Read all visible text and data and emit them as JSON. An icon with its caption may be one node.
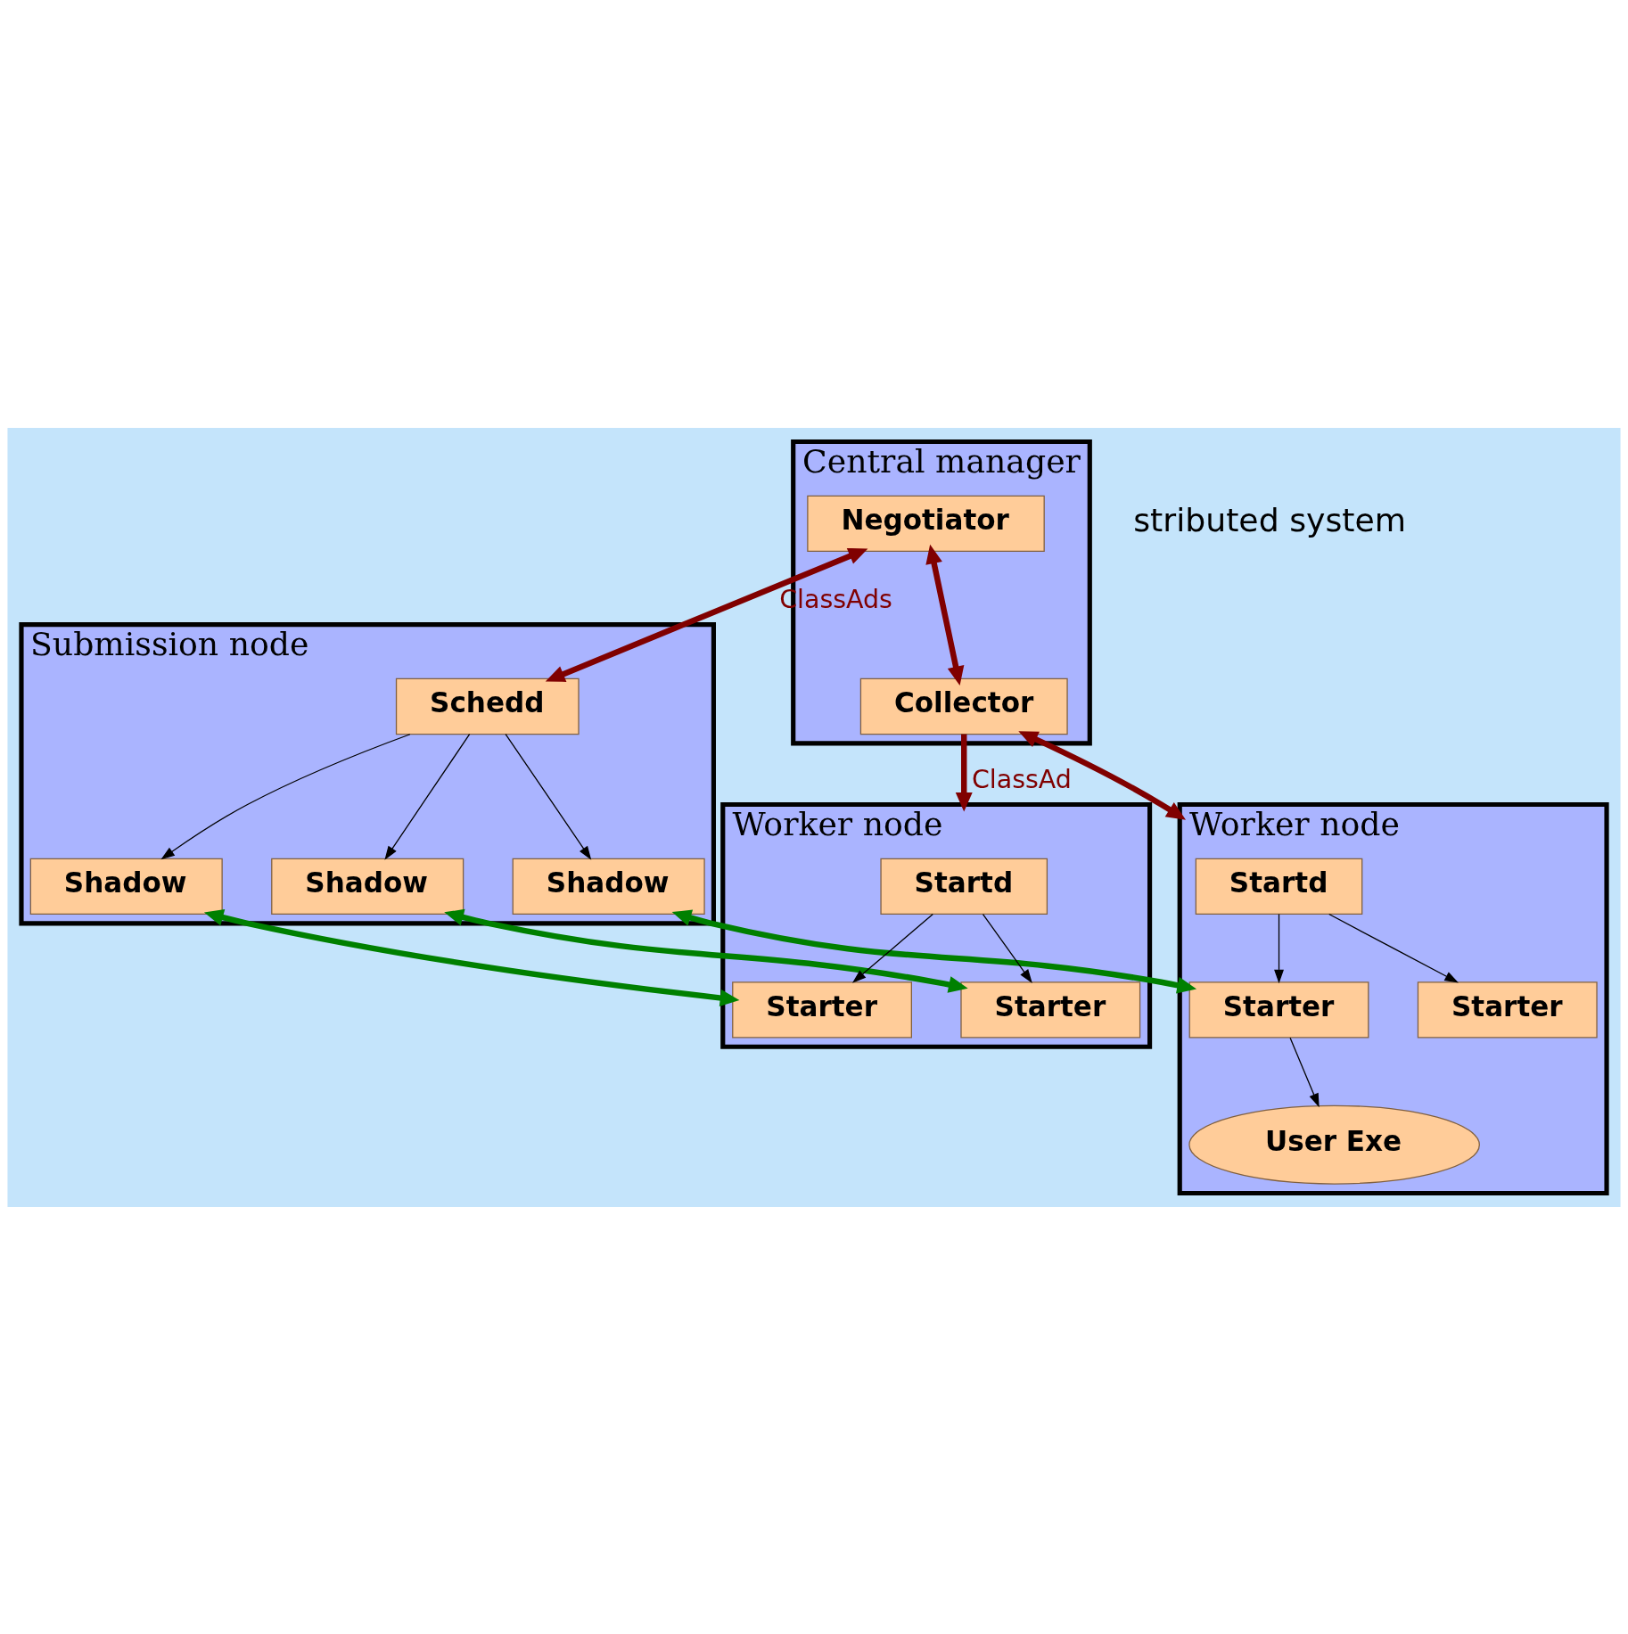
{
  "diagram": {
    "nodes": [
      {
        "text": [
          "Central manager"
        ]
      },
      {
        "text": [
          "Negotiator"
        ],
        "in": 0
      },
      {
        "text": [
          "Collector"
        ],
        "in": 0
      },
      {
        "text": [
          "Submission node"
        ]
      },
      {
        "text": [
          "Schedd"
        ],
        "in": 3
      },
      {
        "text": [
          "Shadow"
        ],
        "in": 3
      },
      {
        "text": [
          "Shadow"
        ],
        "in": 3
      },
      {
        "text": [
          "Shadow"
        ],
        "in": 3
      },
      {
        "text": [
          "Worker node"
        ]
      },
      {
        "text": [
          "Startd"
        ],
        "in": 8
      },
      {
        "text": [
          "Starter"
        ],
        "in": 8
      },
      {
        "text": [
          "Starter"
        ],
        "in": 8
      },
      {
        "text": [
          "Worker node"
        ]
      },
      {
        "text": [
          "Startd"
        ],
        "in": 12
      },
      {
        "text": [
          "Starter"
        ],
        "in": 12
      },
      {
        "text": [
          "Starter"
        ],
        "in": 12
      },
      {
        "text": [
          "User Exe"
        ],
        "in": 12
      }
    ],
    "edges": [
      {
        "from": 1,
        "to": 2,
        "arrow": "both",
        "style": "thick",
        "color": "#800000"
      },
      {
        "from": 1,
        "to": 4,
        "arrow": "both",
        "label": "ClassAds",
        "style": "thick",
        "color": "#800000"
      },
      {
        "from": 2,
        "to": 8,
        "arrow": "to",
        "label": "ClassAd",
        "style": "thick",
        "color": "#800000"
      },
      {
        "from": 2,
        "to": 12,
        "arrow": "both",
        "style": "thick",
        "color": "#800000"
      },
      {
        "from": 4,
        "to": 5,
        "arrow": "to"
      },
      {
        "from": 4,
        "to": 6,
        "arrow": "to"
      },
      {
        "from": 4,
        "to": 7,
        "arrow": "to"
      },
      {
        "from": 9,
        "to": 10,
        "arrow": "to"
      },
      {
        "from": 9,
        "to": 11,
        "arrow": "to"
      },
      {
        "from": 13,
        "to": 14,
        "arrow": "to"
      },
      {
        "from": 13,
        "to": 15,
        "arrow": "to"
      },
      {
        "from": 15,
        "to": 16,
        "arrow": "to"
      },
      {
        "from": 5,
        "to": 10,
        "arrow": "both",
        "style": "thick",
        "color": "#008000"
      },
      {
        "from": 7,
        "to": 11,
        "arrow": "both",
        "style": "thick",
        "color": "#008000"
      },
      {
        "from": 6,
        "to": 15,
        "arrow": "both",
        "style": "thick",
        "color": "#008000"
      }
    ],
    "labels": [
      "stributed system"
    ]
  }
}
